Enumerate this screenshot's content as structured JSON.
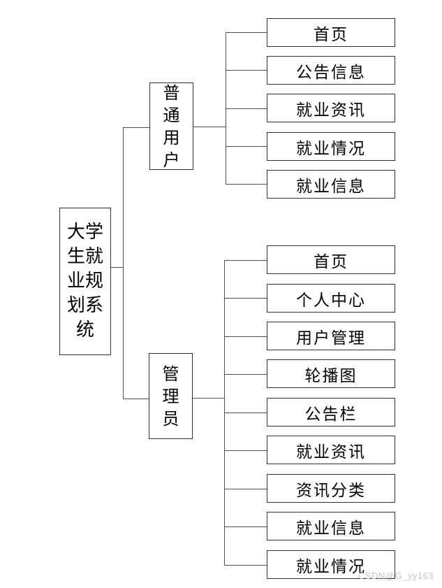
{
  "tree": {
    "root": {
      "label": "大学生就业规划系统"
    },
    "branches": [
      {
        "label": "普通用户",
        "children": [
          "首页",
          "公告信息",
          "就业资讯",
          "就业情况",
          "就业信息"
        ]
      },
      {
        "label": "管理员",
        "children": [
          "首页",
          "个人中心",
          "用户管理",
          "轮播图",
          "公告栏",
          "就业资讯",
          "资讯分类",
          "就业信息",
          "就业情况"
        ]
      }
    ]
  },
  "watermark": "CSDN@G_yy163",
  "colors": {
    "line": "#4f4f4f",
    "box_border": "#2f2f2f",
    "background": "#ffffff",
    "watermark": "#c2c6cb"
  }
}
